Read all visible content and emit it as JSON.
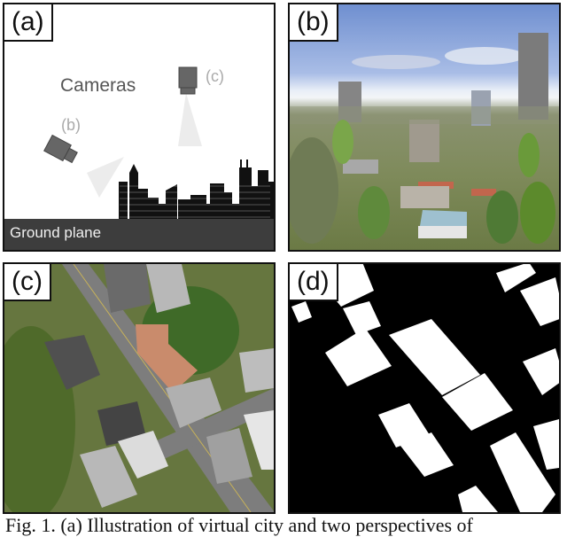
{
  "figure": {
    "panels": [
      {
        "id": "a",
        "label": "(a)",
        "type": "illustration"
      },
      {
        "id": "b",
        "label": "(b)",
        "type": "oblique-render"
      },
      {
        "id": "c",
        "label": "(c)",
        "type": "aerial-render"
      },
      {
        "id": "d",
        "label": "(d)",
        "type": "building-mask"
      }
    ],
    "illustration": {
      "title": "Cameras",
      "camera_b_label": "(b)",
      "camera_c_label": "(c)",
      "ground_label": "Ground plane"
    },
    "caption": "Fig. 1. (a) Illustration of virtual city and two perspectives of"
  },
  "colors": {
    "ground": "#3d3d3d",
    "camera": "#666666",
    "frustum": "#ececec",
    "skyline": "#111111",
    "mask_bg": "#000000",
    "mask_fg": "#ffffff",
    "sky": "#7d9bd6",
    "grass": "#6e7d4a",
    "road": "#7a7a7a",
    "roof_red": "#c98b6c"
  }
}
